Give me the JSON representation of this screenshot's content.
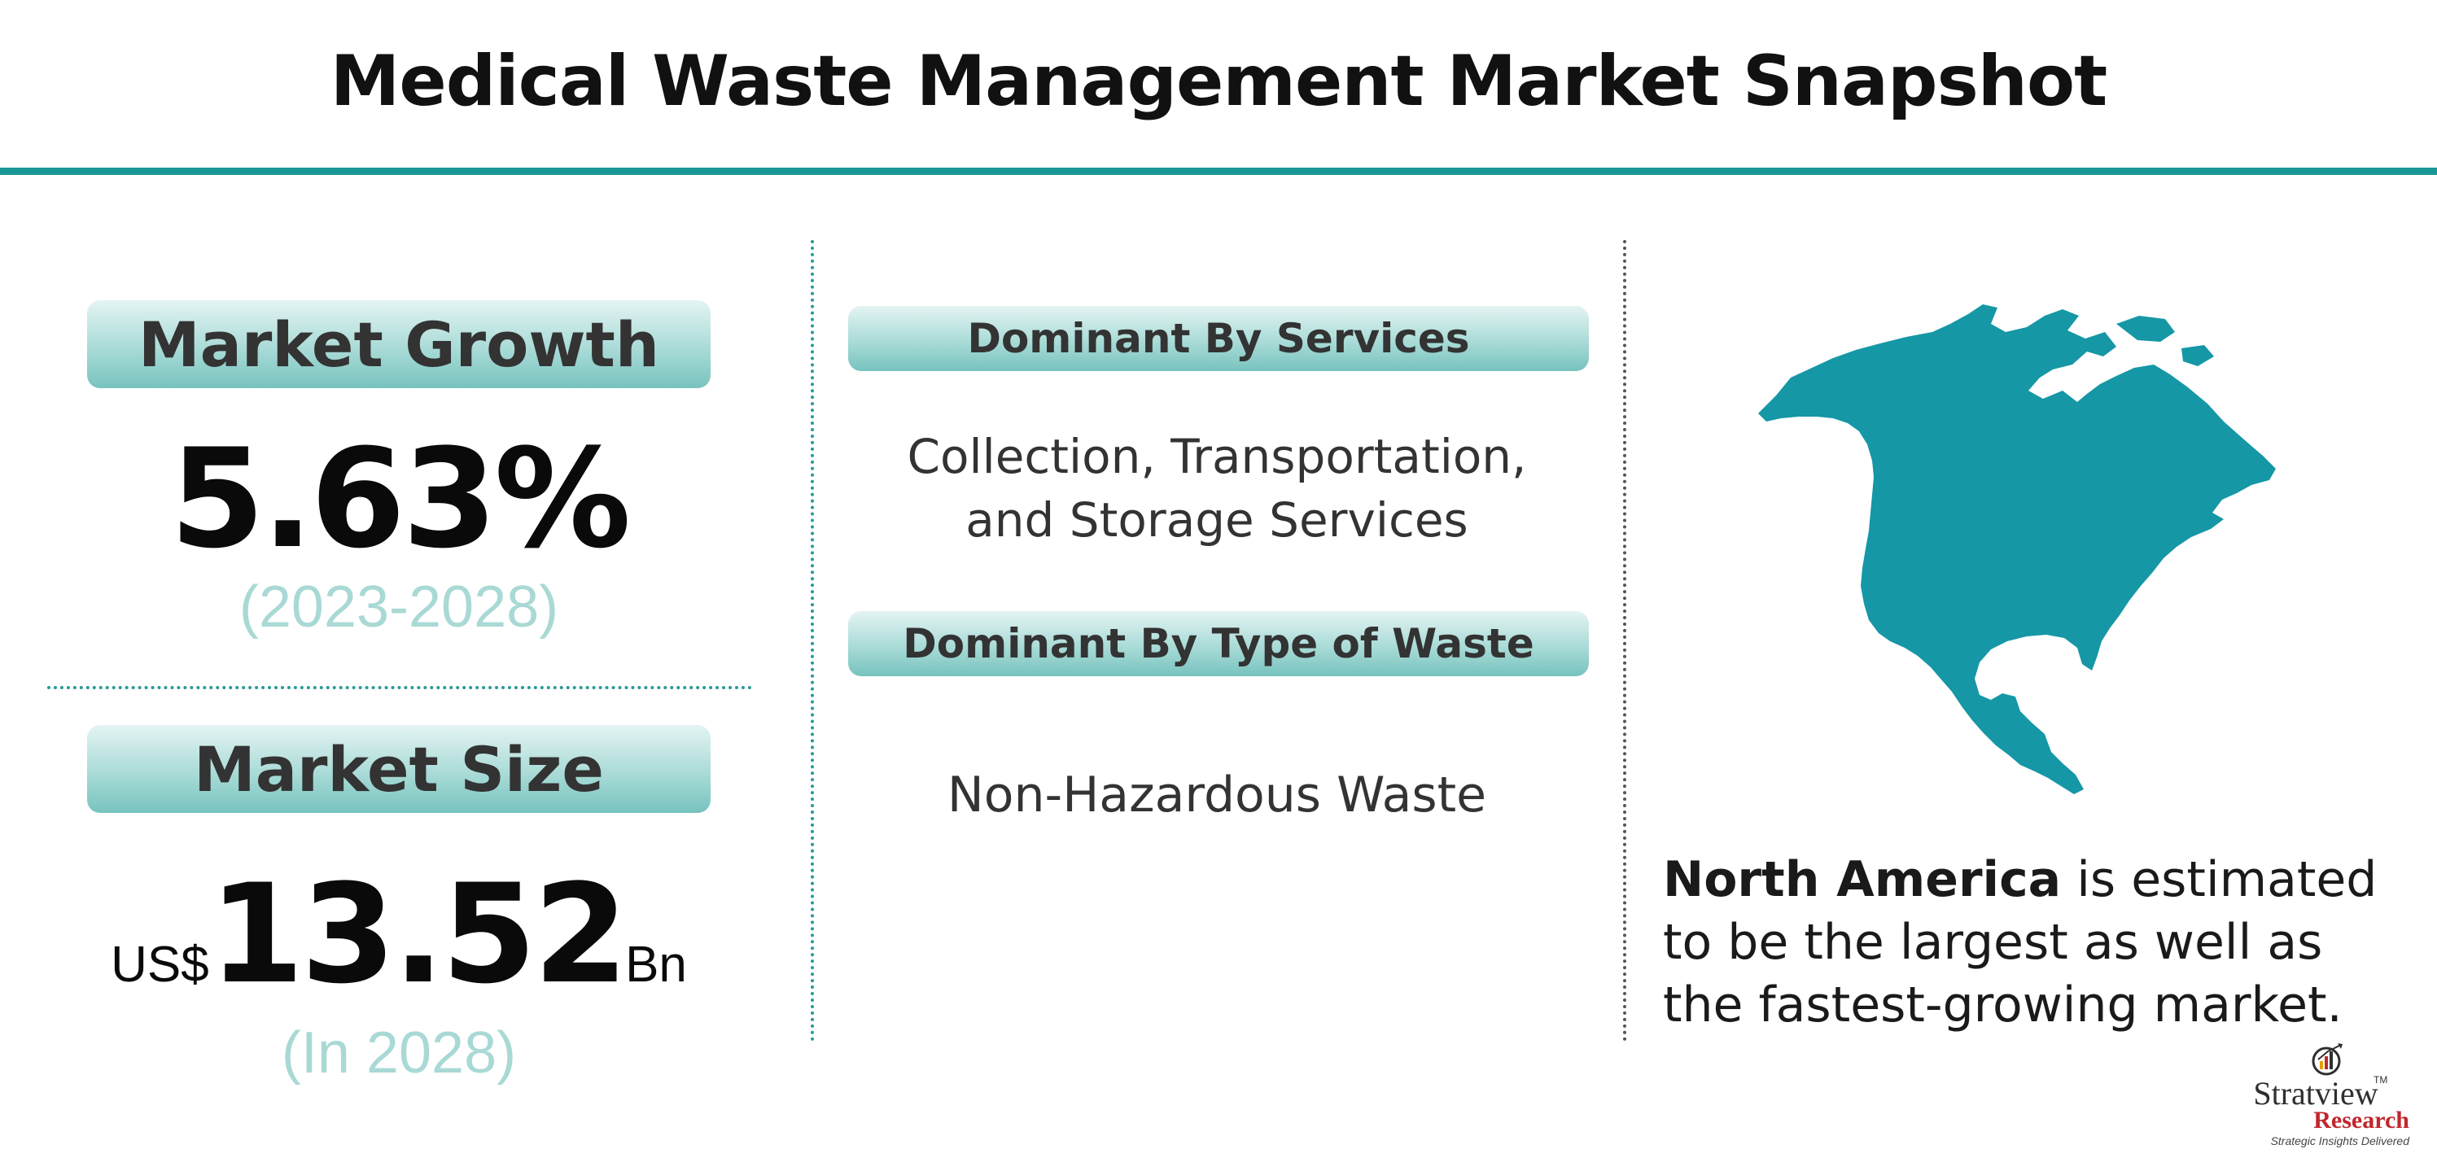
{
  "title": "Medical Waste Management Market Snapshot",
  "market_growth": {
    "label": "Market Growth",
    "value": "5.63%",
    "period": "(2023-2028)"
  },
  "market_size": {
    "label": "Market Size",
    "prefix": "US$",
    "value": "13.52",
    "suffix": "Bn",
    "year": "(In 2028)"
  },
  "services": {
    "label": "Dominant By Services",
    "line1": "Collection, Transportation,",
    "line2": "and Storage Services"
  },
  "waste_type": {
    "label": "Dominant By Type of Waste",
    "value": "Non-Hazardous Waste"
  },
  "region": {
    "highlight": "North America",
    "line1_rest": " is estimated",
    "line2": "to be the largest as well as",
    "line3": "the fastest-growing market."
  },
  "logo": {
    "name": "Stratview",
    "tm": "TM",
    "research": "Research",
    "tagline": "Strategic Insights Delivered"
  },
  "colors": {
    "accent": "#1b9696",
    "map_fill": "#1597a6",
    "period_text": "#a9d9d5"
  },
  "icons": {
    "map": "north-america-map",
    "logo_mark": "growth-chart-logo-icon"
  }
}
